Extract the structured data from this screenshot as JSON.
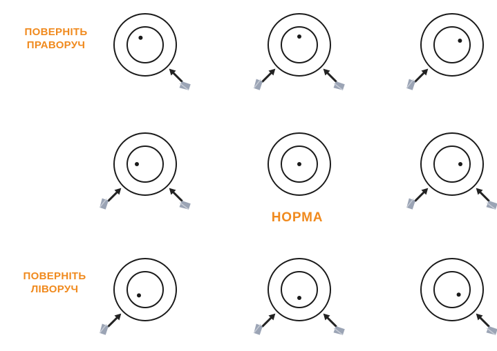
{
  "labels": {
    "turn_right": [
      "ПОВЕРНІТЬ",
      "ПРАВОРУЧ"
    ],
    "normal": "НОРМА",
    "turn_left": [
      "ПОВЕРНІТЬ",
      "ЛІВОРУЧ"
    ]
  },
  "colors": {
    "label": "#f08a1e",
    "circle": "#1a1a1a",
    "tool_blade": "#8a94a8",
    "tool_arm": "#222222"
  },
  "grid": {
    "rows": 3,
    "cols": 3,
    "cells": [
      {
        "id": "r1c1",
        "dot": "upper-left",
        "tools": [
          "right"
        ]
      },
      {
        "id": "r1c2",
        "dot": "top",
        "tools": [
          "left",
          "right"
        ]
      },
      {
        "id": "r1c3",
        "dot": "upper-right",
        "tools": [
          "left"
        ]
      },
      {
        "id": "r2c1",
        "dot": "left",
        "tools": [
          "left",
          "right"
        ]
      },
      {
        "id": "r2c2",
        "dot": "center",
        "tools": []
      },
      {
        "id": "r2c3",
        "dot": "right",
        "tools": [
          "left",
          "right"
        ]
      },
      {
        "id": "r3c1",
        "dot": "lower-left",
        "tools": [
          "left"
        ]
      },
      {
        "id": "r3c2",
        "dot": "bottom",
        "tools": [
          "left",
          "right"
        ]
      },
      {
        "id": "r3c3",
        "dot": "lower-right",
        "tools": [
          "right"
        ]
      }
    ]
  }
}
